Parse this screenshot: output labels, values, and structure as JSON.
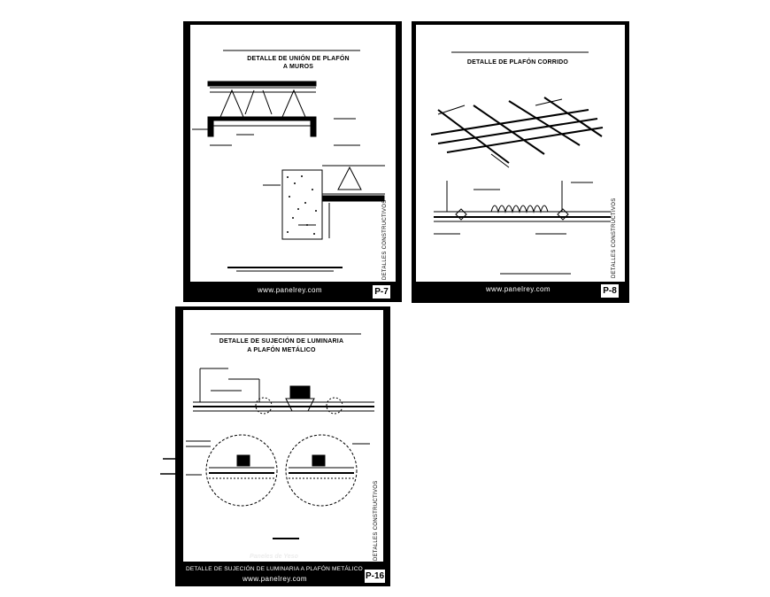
{
  "sheets": [
    {
      "title_line1": "DETALLE DE UNIÓN DE PLAFÓN",
      "title_line2": "A MUROS",
      "url": "www.panelrey.com",
      "badge": "P-7"
    },
    {
      "title_line1": "DETALLE DE PLAFÓN CORRIDO",
      "vertical_label": "DETALLES CONSTRUCTIVOS",
      "url": "www.panelrey.com",
      "badge": "P-8"
    },
    {
      "title_line1": "DETALLE DE SUJECIÓN DE LUMINARIA",
      "title_line2": "A PLAFÓN METÁLICO",
      "vertical_label": "DETALLES CONSTRUCTIVOS",
      "watermark": "Paneles de Yeso",
      "caption": "DETALLE DE SUJECIÓN DE LUMINARIA  A PLAFÓN METÁLICO",
      "url": "www.panelrey.com",
      "badge": "P-16"
    }
  ],
  "vertical_label_p7": "DETALLES CONSTRUCTIVOS"
}
